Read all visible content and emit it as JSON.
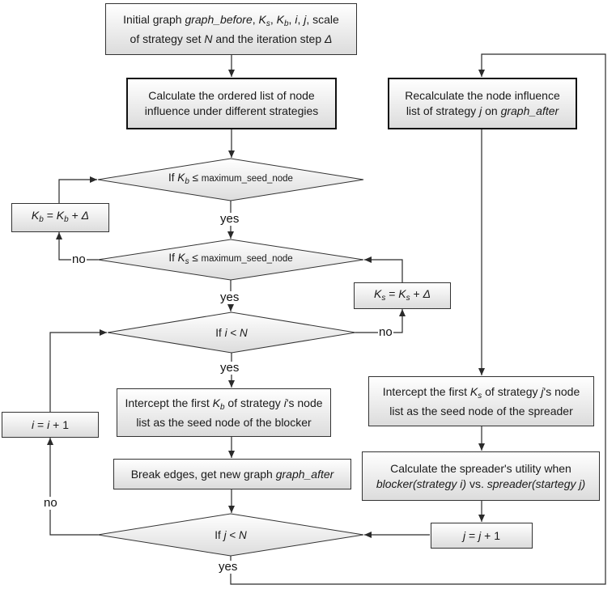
{
  "nodes": {
    "init": {
      "l1a": "Initial graph ",
      "l1b": "graph_before",
      "l1c": ", ",
      "ks": "K",
      "ks_sub": "s",
      "c1": ", ",
      "kb": "K",
      "kb_sub": "b",
      "c2": ", ",
      "i": "i",
      "c3": ", ",
      "j": "j",
      "l1d": ", scale",
      "l2a": "of strategy set ",
      "l2b": "N",
      "l2c": " and the iteration step ",
      "l2d": "Δ"
    },
    "calc_list": {
      "line1": "Calculate the ordered list of node",
      "line2": "influence under different strategies"
    },
    "recalc": {
      "line1": "Recalculate the node influence",
      "line2a": "list of strategy ",
      "line2b": "j",
      "line2c": " on ",
      "line2d": "graph_after"
    },
    "dec_kb": {
      "a": "If ",
      "k": "K",
      "sub": "b",
      "op": " ≤ ",
      "rest": "maximum_seed_node"
    },
    "kb_update": {
      "k1": "K",
      "s1": "b",
      "eq": " = ",
      "k2": "K",
      "s2": "b",
      "plus": " + ",
      "d": "Δ"
    },
    "dec_ks": {
      "a": "If ",
      "k": "K",
      "sub": "s",
      "op": " ≤ ",
      "rest": "maximum_seed_node"
    },
    "ks_update": {
      "k1": "K",
      "s1": "s",
      "eq": " = ",
      "k2": "K",
      "s2": "s",
      "plus": " + ",
      "d": "Δ"
    },
    "dec_i": {
      "a": "If ",
      "v": "i",
      "op": " < ",
      "n": "N"
    },
    "intercept_b": {
      "l1a": "Intercept the first ",
      "k": "K",
      "sub": "b",
      "l1b": " of strategy ",
      "v": "i",
      "l1c": "'s node",
      "line2": "list as the seed node of the blocker"
    },
    "i_update": {
      "v1": "i",
      "eq": " = ",
      "v2": "i",
      "rest": " + 1"
    },
    "break_edges": {
      "a": "Break edges, get new graph ",
      "b": "graph_after"
    },
    "intercept_s": {
      "l1a": "Intercept the first ",
      "k": "K",
      "sub": "s",
      "l1b": " of strategy ",
      "v": "j",
      "l1c": "'s node",
      "line2": "list as the seed node of the spreader"
    },
    "utility": {
      "line1": "Calculate the spreader's utility when",
      "l2a": "blocker(strategy i)",
      "l2b": " vs. ",
      "l2c": "spreader(startegy j)"
    },
    "j_update": {
      "v1": "j",
      "eq": " = ",
      "v2": "j",
      "rest": " + 1"
    },
    "dec_j": {
      "a": "If ",
      "v": "j",
      "op": " < ",
      "n": "N"
    }
  },
  "labels": {
    "yes_kb": "yes",
    "no_ks": "no",
    "yes_ks": "yes",
    "no_i": "no",
    "yes_i": "yes",
    "no_j": "no",
    "yes_j": "yes"
  },
  "colors": {
    "line": "#2a2a2a",
    "box_top": "#ffffff",
    "box_bottom": "#dcdcdc",
    "border": "#333333"
  }
}
